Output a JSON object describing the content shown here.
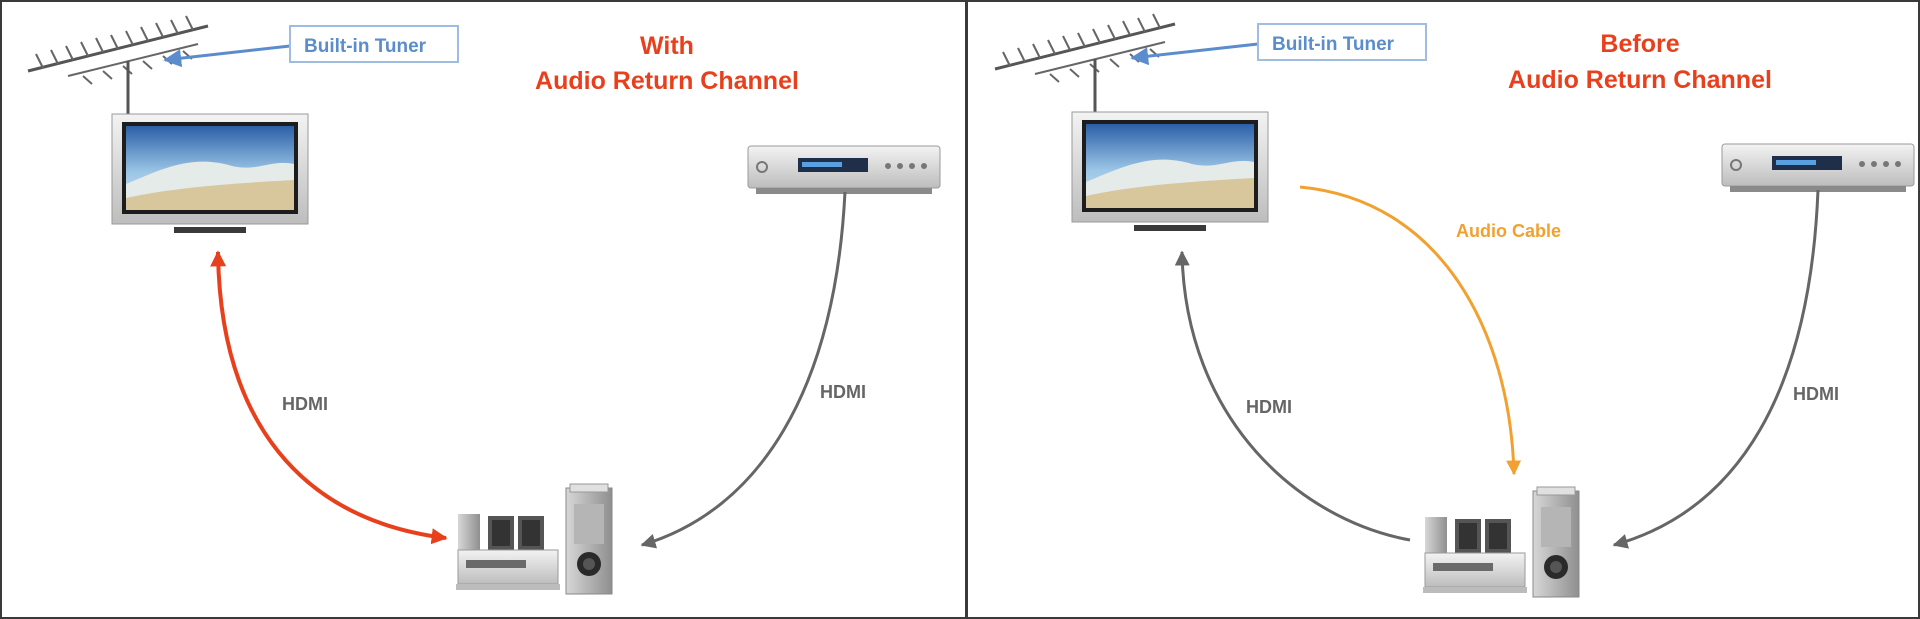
{
  "panels": [
    {
      "title_line1": "With",
      "title_line2": "Audio Return Channel",
      "tuner_label": "Built-in Tuner",
      "hdmi_left_label": "HDMI",
      "hdmi_right_label": "HDMI"
    },
    {
      "title_line1": "Before",
      "title_line2": "Audio Return Channel",
      "tuner_label": "Built-in Tuner",
      "hdmi_left_label": "HDMI",
      "hdmi_right_label": "HDMI",
      "audio_cable_label": "Audio Cable"
    }
  ],
  "colors": {
    "title": "#e8401c",
    "arc_red": "#e8401c",
    "arc_gray": "#666666",
    "audio_cable": "#f2a130",
    "tuner": "#5b8ccc"
  }
}
